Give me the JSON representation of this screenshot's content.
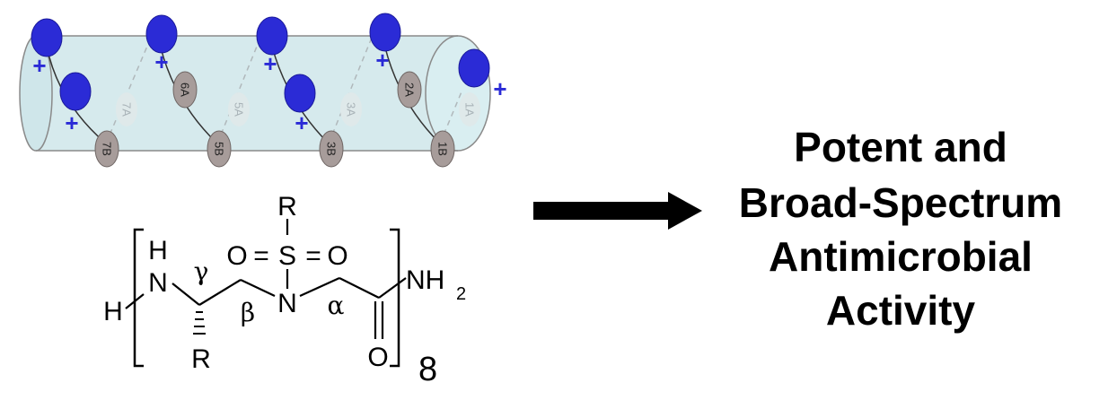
{
  "helix": {
    "residues_back": [
      "7A",
      "5A",
      "3A",
      "1A"
    ],
    "residues_front": [
      "6A",
      "2A"
    ],
    "residues_bottom": [
      "7B",
      "5B",
      "3B",
      "1B"
    ],
    "charge_symbol": "+"
  },
  "structure": {
    "amine_H_top": "H",
    "amine_N": "N",
    "terminal_H": "H",
    "side_chain_R_bottom": "R",
    "gamma": "γ",
    "beta": "β",
    "alpha": "α",
    "sulfonyl_R": "R",
    "sulfonyl_O_left": "O",
    "sulfonyl_eq_left": "=",
    "sulfonyl_S": "S",
    "sulfonyl_eq_right": "=",
    "sulfonyl_O_right": "O",
    "sulfonamide_N": "N",
    "carbonyl_O": "O",
    "amide_NH": "NH",
    "amide_sub": "2",
    "repeat_count": "8"
  },
  "outcome": {
    "line1": "Potent and",
    "line2": "Broad-Spectrum",
    "line3": "Antimicrobial",
    "line4": "Activity"
  },
  "colors": {
    "cylinder": "#cfe6ea",
    "cationic_bead": "#2b2bd6",
    "residue_bead": "#a79c9a",
    "arrow": "#000000"
  }
}
